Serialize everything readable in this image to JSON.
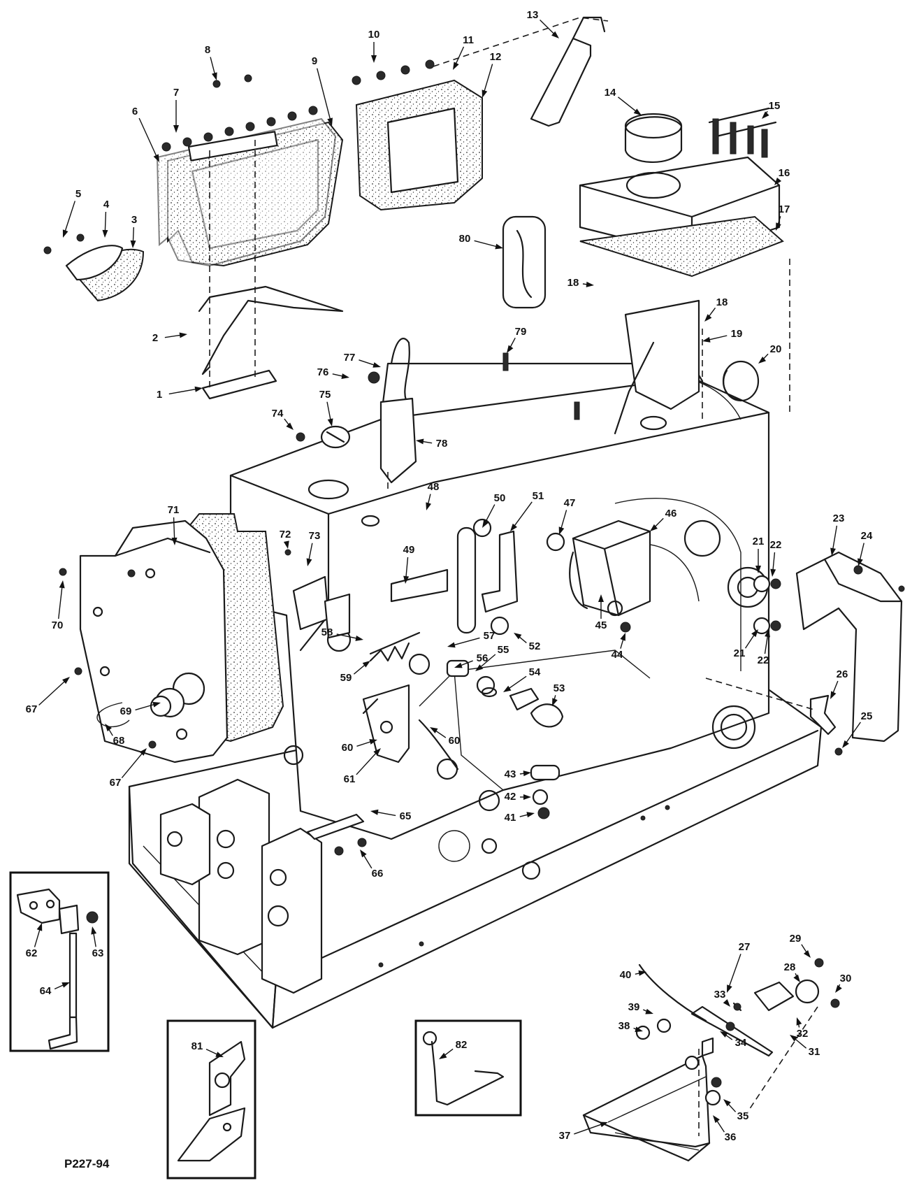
{
  "figure_id": "P227-94",
  "callouts": [
    {
      "id": "c1",
      "label": "1"
    },
    {
      "id": "c2",
      "label": "2"
    },
    {
      "id": "c3",
      "label": "3"
    },
    {
      "id": "c4",
      "label": "4"
    },
    {
      "id": "c5",
      "label": "5"
    },
    {
      "id": "c6",
      "label": "6"
    },
    {
      "id": "c7",
      "label": "7"
    },
    {
      "id": "c8",
      "label": "8"
    },
    {
      "id": "c9",
      "label": "9"
    },
    {
      "id": "c10",
      "label": "10"
    },
    {
      "id": "c11",
      "label": "11"
    },
    {
      "id": "c12",
      "label": "12"
    },
    {
      "id": "c13",
      "label": "13"
    },
    {
      "id": "c14",
      "label": "14"
    },
    {
      "id": "c15",
      "label": "15"
    },
    {
      "id": "c16",
      "label": "16"
    },
    {
      "id": "c17",
      "label": "17"
    },
    {
      "id": "c18a",
      "label": "18"
    },
    {
      "id": "c18b",
      "label": "18"
    },
    {
      "id": "c19",
      "label": "19"
    },
    {
      "id": "c20",
      "label": "20"
    },
    {
      "id": "c21a",
      "label": "21"
    },
    {
      "id": "c21b",
      "label": "21"
    },
    {
      "id": "c22a",
      "label": "22"
    },
    {
      "id": "c22b",
      "label": "22"
    },
    {
      "id": "c23",
      "label": "23"
    },
    {
      "id": "c24",
      "label": "24"
    },
    {
      "id": "c25",
      "label": "25"
    },
    {
      "id": "c26",
      "label": "26"
    },
    {
      "id": "c27",
      "label": "27"
    },
    {
      "id": "c28",
      "label": "28"
    },
    {
      "id": "c29",
      "label": "29"
    },
    {
      "id": "c30",
      "label": "30"
    },
    {
      "id": "c31",
      "label": "31"
    },
    {
      "id": "c32",
      "label": "32"
    },
    {
      "id": "c33",
      "label": "33"
    },
    {
      "id": "c34",
      "label": "34"
    },
    {
      "id": "c35",
      "label": "35"
    },
    {
      "id": "c36",
      "label": "36"
    },
    {
      "id": "c37",
      "label": "37"
    },
    {
      "id": "c38",
      "label": "38"
    },
    {
      "id": "c39",
      "label": "39"
    },
    {
      "id": "c40",
      "label": "40"
    },
    {
      "id": "c41",
      "label": "41"
    },
    {
      "id": "c42",
      "label": "42"
    },
    {
      "id": "c43",
      "label": "43"
    },
    {
      "id": "c44",
      "label": "44"
    },
    {
      "id": "c45",
      "label": "45"
    },
    {
      "id": "c46",
      "label": "46"
    },
    {
      "id": "c47",
      "label": "47"
    },
    {
      "id": "c48",
      "label": "48"
    },
    {
      "id": "c49",
      "label": "49"
    },
    {
      "id": "c50",
      "label": "50"
    },
    {
      "id": "c51",
      "label": "51"
    },
    {
      "id": "c52",
      "label": "52"
    },
    {
      "id": "c53",
      "label": "53"
    },
    {
      "id": "c54",
      "label": "54"
    },
    {
      "id": "c55",
      "label": "55"
    },
    {
      "id": "c56",
      "label": "56"
    },
    {
      "id": "c57",
      "label": "57"
    },
    {
      "id": "c58",
      "label": "58"
    },
    {
      "id": "c59",
      "label": "59"
    },
    {
      "id": "c60a",
      "label": "60"
    },
    {
      "id": "c60b",
      "label": "60"
    },
    {
      "id": "c61",
      "label": "61"
    },
    {
      "id": "c62",
      "label": "62"
    },
    {
      "id": "c63",
      "label": "63"
    },
    {
      "id": "c64",
      "label": "64"
    },
    {
      "id": "c65",
      "label": "65"
    },
    {
      "id": "c66",
      "label": "66"
    },
    {
      "id": "c67a",
      "label": "67"
    },
    {
      "id": "c67b",
      "label": "67"
    },
    {
      "id": "c68",
      "label": "68"
    },
    {
      "id": "c69",
      "label": "69"
    },
    {
      "id": "c70",
      "label": "70"
    },
    {
      "id": "c71",
      "label": "71"
    },
    {
      "id": "c72",
      "label": "72"
    },
    {
      "id": "c73",
      "label": "73"
    },
    {
      "id": "c74",
      "label": "74"
    },
    {
      "id": "c75",
      "label": "75"
    },
    {
      "id": "c76",
      "label": "76"
    },
    {
      "id": "c77",
      "label": "77"
    },
    {
      "id": "c78",
      "label": "78"
    },
    {
      "id": "c79",
      "label": "79"
    },
    {
      "id": "c80",
      "label": "80"
    },
    {
      "id": "c81",
      "label": "81"
    },
    {
      "id": "c82",
      "label": "82"
    }
  ]
}
